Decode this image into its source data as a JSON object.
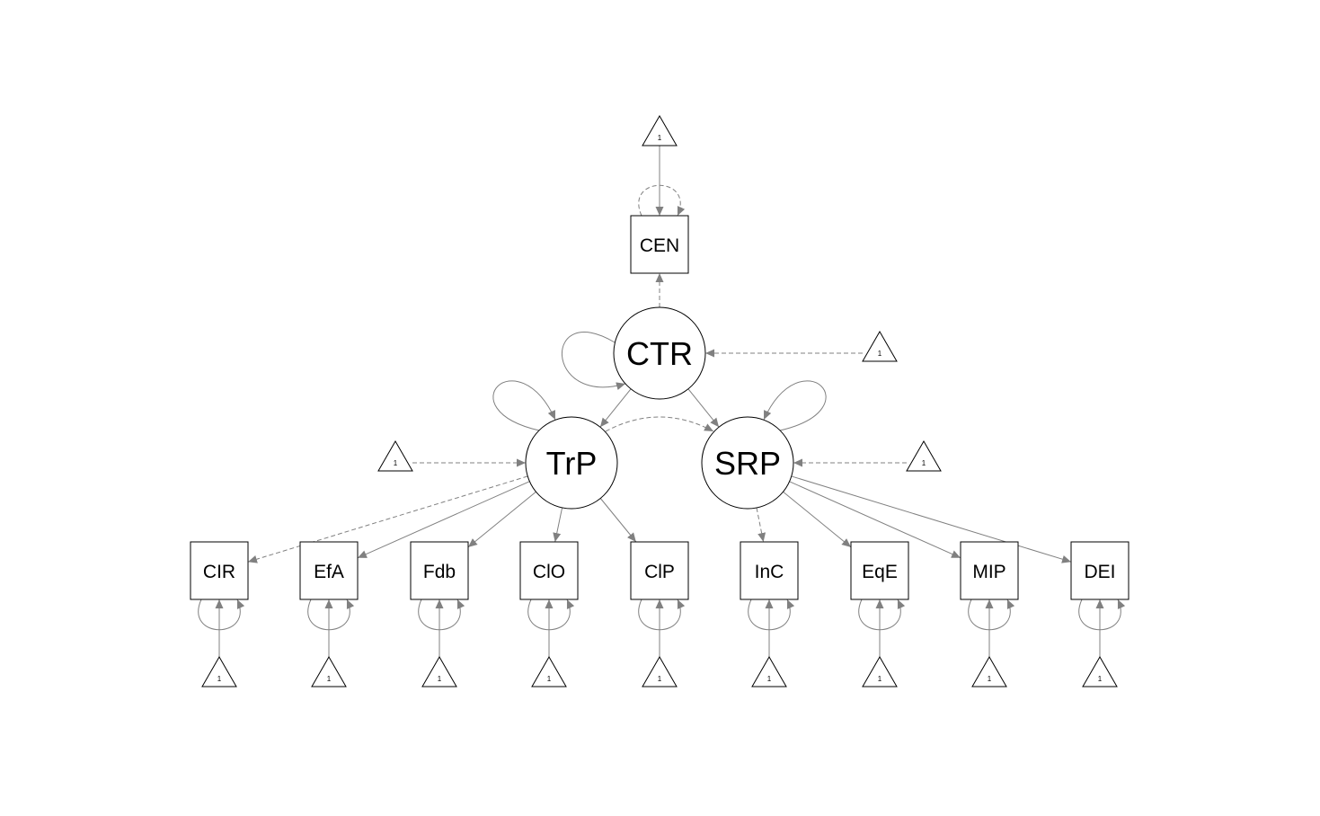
{
  "diagram": {
    "type": "path-diagram",
    "latent_factors": [
      {
        "id": "CTR",
        "label": "CTR"
      },
      {
        "id": "TrP",
        "label": "TrP"
      },
      {
        "id": "SRP",
        "label": "SRP"
      }
    ],
    "manifest_variables": [
      {
        "id": "CEN",
        "label": "CEN"
      },
      {
        "id": "CIR",
        "label": "CIR"
      },
      {
        "id": "EfA",
        "label": "EfA"
      },
      {
        "id": "Fdb",
        "label": "Fdb"
      },
      {
        "id": "ClO",
        "label": "ClO"
      },
      {
        "id": "ClP",
        "label": "ClP"
      },
      {
        "id": "InC",
        "label": "InC"
      },
      {
        "id": "EqE",
        "label": "EqE"
      },
      {
        "id": "MIP",
        "label": "MIP"
      },
      {
        "id": "DEI",
        "label": "DEI"
      }
    ],
    "intercept_label": "1",
    "intercepts": [
      "CEN",
      "CTR",
      "TrP",
      "SRP",
      "CIR",
      "EfA",
      "Fdb",
      "ClO",
      "ClP",
      "InC",
      "EqE",
      "MIP",
      "DEI"
    ],
    "loadings": [
      {
        "from": "CTR",
        "to": "CEN",
        "style": "dashed"
      },
      {
        "from": "CTR",
        "to": "TrP",
        "style": "solid"
      },
      {
        "from": "CTR",
        "to": "SRP",
        "style": "solid"
      },
      {
        "from": "TrP",
        "to": "CIR",
        "style": "dashed"
      },
      {
        "from": "TrP",
        "to": "EfA",
        "style": "solid"
      },
      {
        "from": "TrP",
        "to": "Fdb",
        "style": "solid"
      },
      {
        "from": "TrP",
        "to": "ClO",
        "style": "solid"
      },
      {
        "from": "TrP",
        "to": "ClP",
        "style": "solid"
      },
      {
        "from": "SRP",
        "to": "InC",
        "style": "dashed"
      },
      {
        "from": "SRP",
        "to": "EqE",
        "style": "solid"
      },
      {
        "from": "SRP",
        "to": "MIP",
        "style": "solid"
      },
      {
        "from": "SRP",
        "to": "DEI",
        "style": "solid"
      }
    ],
    "covariances": [
      {
        "between": [
          "TrP",
          "SRP"
        ],
        "style": "dashed"
      }
    ],
    "colors": {
      "edge": "#808080",
      "node_stroke": "#000000",
      "background": "#ffffff"
    }
  }
}
